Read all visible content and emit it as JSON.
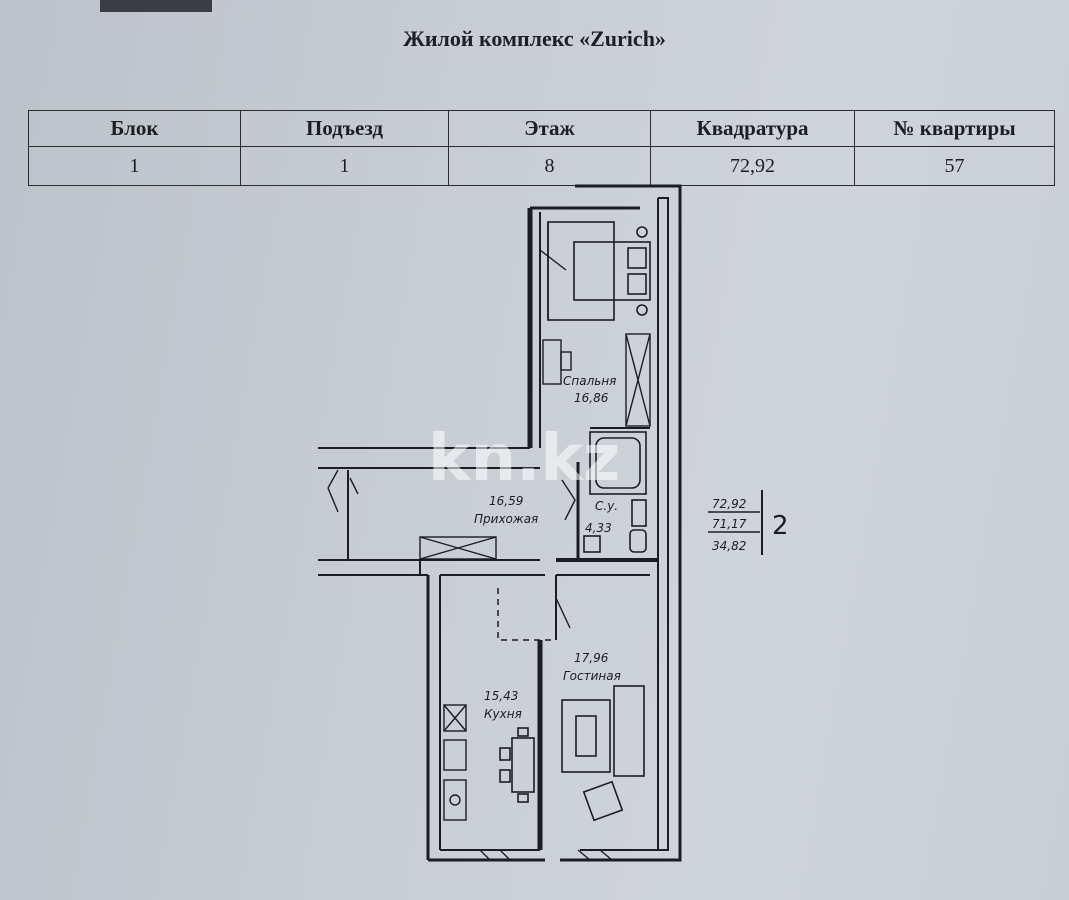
{
  "document": {
    "title": "Жилой комплекс «Zurich»"
  },
  "info_table": {
    "headers": [
      "Блок",
      "Подъезд",
      "Этаж",
      "Квадратура",
      "№ квартиры"
    ],
    "values": [
      "1",
      "1",
      "8",
      "72,92",
      "57"
    ]
  },
  "rooms": {
    "bedroom": {
      "label": "Спальня",
      "area": "16,86"
    },
    "hallway": {
      "label": "Прихожая",
      "area": "16,59"
    },
    "bathroom": {
      "label": "С.у.",
      "area": "4,33"
    },
    "living": {
      "label": "Гостиная",
      "area": "17,96"
    },
    "kitchen": {
      "label": "Кухня",
      "area": "15,43"
    }
  },
  "summary": {
    "total": "72,92",
    "net": "71,17",
    "living": "34,82",
    "rooms_count": "2"
  },
  "watermark": {
    "text": "kn.kz"
  }
}
